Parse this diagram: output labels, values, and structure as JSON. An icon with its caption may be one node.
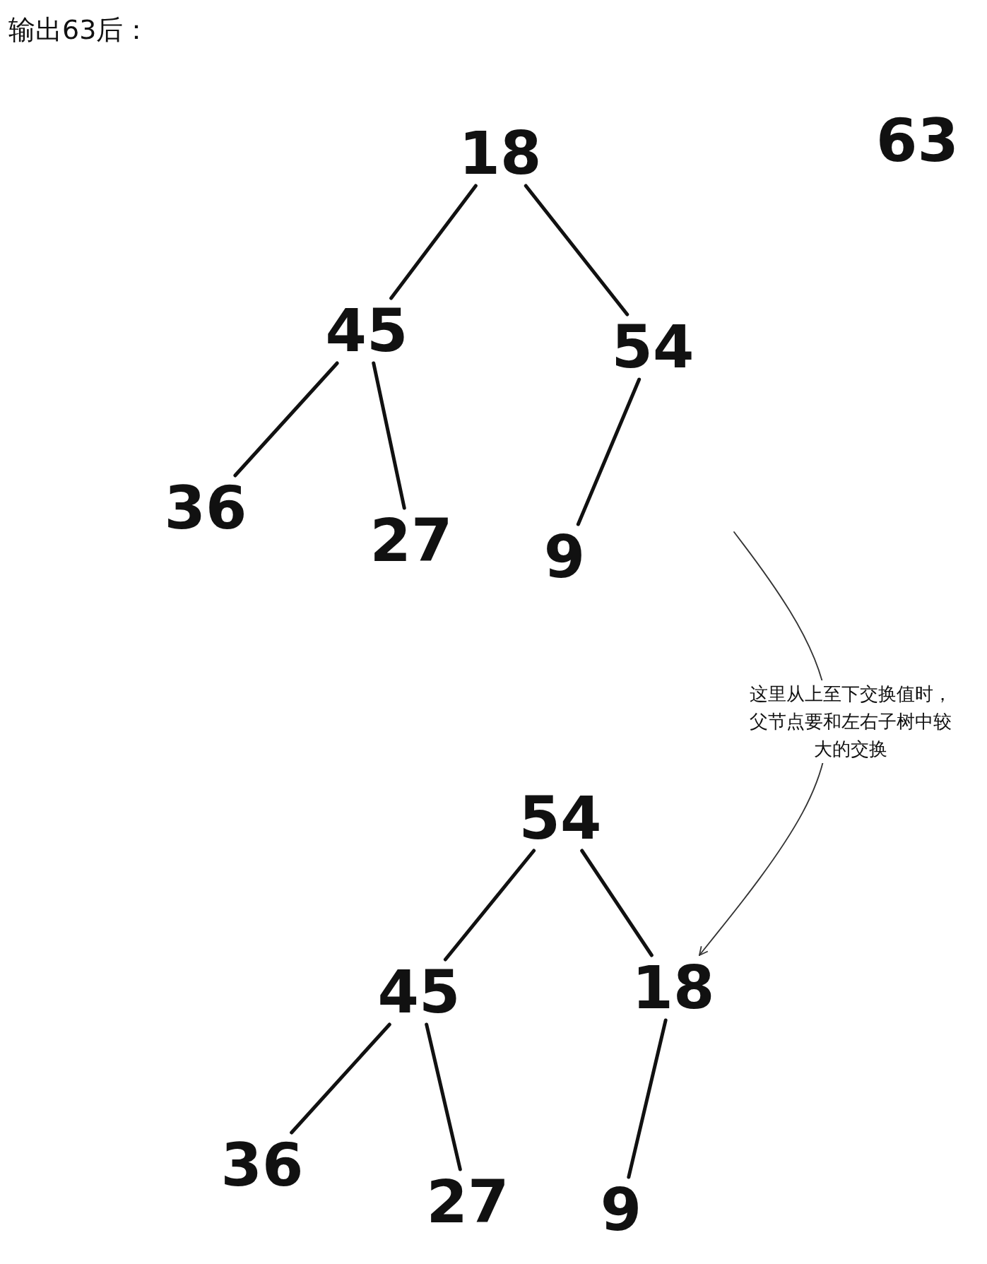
{
  "diagram": {
    "nodes": [
      {
        "text": [
          "18"
        ]
      },
      {
        "text": [
          "45"
        ]
      },
      {
        "text": [
          "54"
        ]
      },
      {
        "text": [
          "36"
        ]
      },
      {
        "text": [
          "27"
        ]
      },
      {
        "text": [
          "9"
        ]
      },
      {
        "text": [
          "54"
        ]
      },
      {
        "text": [
          "45"
        ]
      },
      {
        "text": [
          "18"
        ]
      },
      {
        "text": [
          "36"
        ]
      },
      {
        "text": [
          "27"
        ]
      },
      {
        "text": [
          "9"
        ]
      }
    ],
    "edges": [
      {
        "from": 0,
        "to": 1,
        "arrow": "none"
      },
      {
        "from": 0,
        "to": 2,
        "arrow": "none"
      },
      {
        "from": 1,
        "to": 3,
        "arrow": "none"
      },
      {
        "from": 1,
        "to": 4,
        "arrow": "none"
      },
      {
        "from": 2,
        "to": 5,
        "arrow": "none"
      },
      {
        "from": 6,
        "to": 7,
        "arrow": "none"
      },
      {
        "from": 6,
        "to": 8,
        "arrow": "none"
      },
      {
        "from": 7,
        "to": 9,
        "arrow": "none"
      },
      {
        "from": 7,
        "to": 10,
        "arrow": "none"
      },
      {
        "from": 8,
        "to": 11,
        "arrow": "none"
      },
      {
        "from": null,
        "to": 8,
        "arrow": "to",
        "label": "这里从上至下交换值时，父节点要和左右子树中较大的交换"
      }
    ],
    "labels": [
      "输出63后：",
      "63"
    ]
  }
}
